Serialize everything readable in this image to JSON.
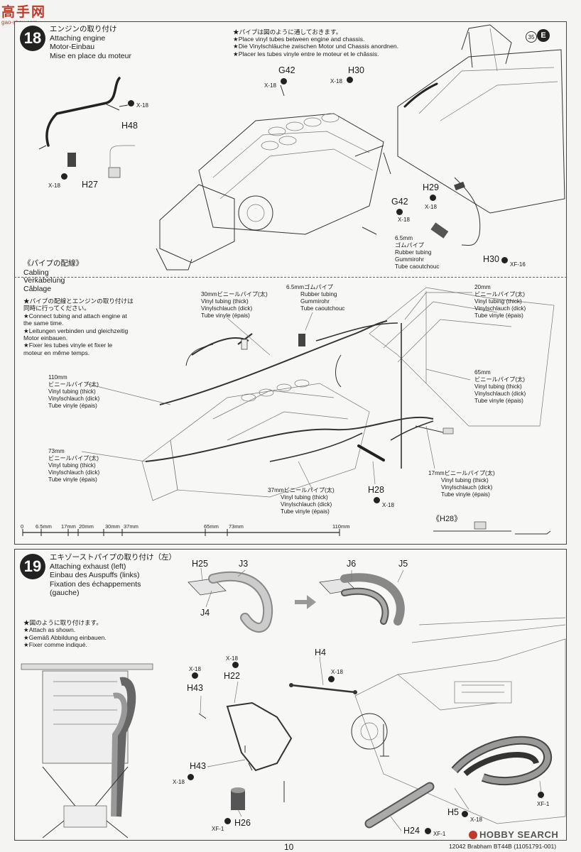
{
  "watermark": {
    "chars": "高手网",
    "site": "gao-shou.com"
  },
  "step18": {
    "number": "18",
    "title_jp": "エンジンの取り付け",
    "title_en": "Attaching engine",
    "title_de": "Motor-Einbau",
    "title_fr": "Mise en place du moteur",
    "badge_num": "35",
    "badge_letter": "E",
    "note_lines": [
      "★パイプは図のように通しておきます。",
      "★Place vinyl tubes between engine and chassis.",
      "★Die Vinylschläuche zwischen Motor und Chassis anordnen.",
      "★Placer les tubes vinyle entre le moteur et le châssis."
    ],
    "parts": {
      "h48": "H48",
      "h48_x": "X-18",
      "h27": "H27",
      "h27_x": "X-18",
      "g42a": "G42",
      "g42a_x": "X-18",
      "h30a": "H30",
      "h30a_x": "X-18",
      "g42b": "G42",
      "g42b_x": "X-18",
      "h29": "H29",
      "h29_x": "X-18",
      "h30b": "H30",
      "h30b_x": "XF-16"
    },
    "rubber_lines": [
      "6.5mm",
      "ゴムパイプ",
      "Rubber tubing",
      "Gummirohr",
      "Tube caoutchouc"
    ]
  },
  "cabling": {
    "title_lines": [
      "《パイプの配線》",
      "Cabling",
      "Verkabelung",
      "Câblage"
    ],
    "note_lines": [
      "★パイプの配線とエンジンの取り付けは",
      "同時に行ってください。",
      "★Connect tubing and attach engine at",
      "the same time.",
      "★Leitungen verbinden und gleichzeitig",
      "Motor einbauen.",
      "★Fixer les tubes vinyle et fixer le",
      "moteur en même temps."
    ],
    "c30": [
      "30mmビニールパイプ(太)",
      "Vinyl tubing (thick)",
      "Vinylschlauch (dick)",
      "Tube vinyle (épais)"
    ],
    "c65r": [
      "6.5mmゴムパイプ",
      "Rubber tubing",
      "Gummirohr",
      "Tube caoutchouc"
    ],
    "c20": [
      "20mm",
      "ビニールパイプ(太)",
      "Vinyl tubing (thick)",
      "Vinylschlauch (dick)",
      "Tube vinyle (épais)"
    ],
    "c110": [
      "110mm",
      "ビニールパイプ(太)",
      "Vinyl tubing (thick)",
      "Vinylschlauch (dick)",
      "Tube vinyle (épais)"
    ],
    "c65": [
      "65mm",
      "ビニールパイプ(太)",
      "Vinyl tubing (thick)",
      "Vinylschlauch (dick)",
      "Tube vinyle (épais)"
    ],
    "c73": [
      "73mm",
      "ビニールパイプ(太)",
      "Vinyl tubing (thick)",
      "Vinylschlauch (dick)",
      "Tube vinyle (épais)"
    ],
    "c17": [
      "17mmビニールパイプ(太)",
      "Vinyl tubing (thick)",
      "Vinylschlauch (dick)",
      "Tube vinyle (épais)"
    ],
    "c37": [
      "37mmビニールパイプ(太)",
      "Vinyl tubing (thick)",
      "Vinylschlauch (dick)",
      "Tube vinyle (épais)"
    ],
    "h28": "H28",
    "h28_x": "X-18",
    "h28_detail": "《H28》",
    "ruler": [
      "0",
      "6.5mm",
      "17mm",
      "20mm",
      "30mm",
      "37mm",
      "65mm",
      "73mm",
      "110mm"
    ]
  },
  "step19": {
    "number": "19",
    "title_jp": "エキゾーストパイプの取り付け（左）",
    "title_en": "Attaching exhaust (left)",
    "title_de": "Einbau des Auspuffs (links)",
    "title_fr": "Fixation des échappements",
    "title_fr2": "(gauche)",
    "note_lines": [
      "★図のように取り付けます。",
      "★Attach as shown.",
      "★Gemäß Abbildung einbauen.",
      "★Fixer comme indiqué."
    ],
    "parts": {
      "h25": "H25",
      "j3": "J3",
      "j4": "J4",
      "j6": "J6",
      "j5": "J5",
      "h4": "H4",
      "h4_x": "X-18",
      "h22": "H22",
      "h22_x": "X-18",
      "h43a": "H43",
      "h43a_x": "X-18",
      "h43b": "H43",
      "h43b_x": "X-18",
      "h26": "H26",
      "h26_x": "XF-1",
      "h24": "H24",
      "h24_x": "XF-1",
      "h5": "H5",
      "h5_x": "X-18",
      "xf1": "XF-1"
    }
  },
  "footer": {
    "page": "10",
    "code": "12042 Brabham BT44B (11051791-001)",
    "logo": "HOBBY SEARCH"
  }
}
